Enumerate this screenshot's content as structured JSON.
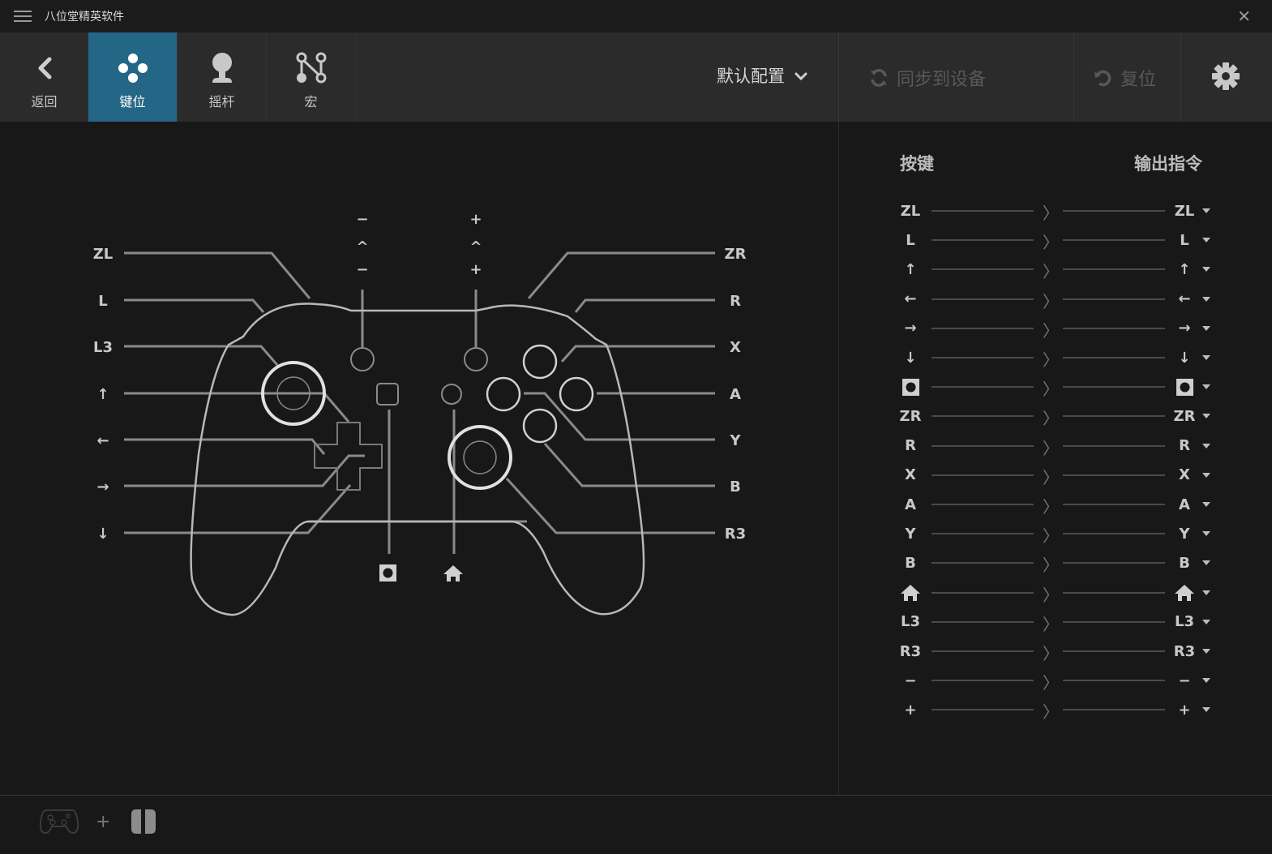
{
  "titlebar": {
    "title": "八位堂精英软件",
    "close": "✕"
  },
  "toolbar": {
    "tabs": [
      {
        "id": "back",
        "label": "返回",
        "icon": "chevron-left-icon"
      },
      {
        "id": "keymap",
        "label": "键位",
        "icon": "buttons-icon",
        "active": true
      },
      {
        "id": "stick",
        "label": "摇杆",
        "icon": "joystick-icon"
      },
      {
        "id": "macro",
        "label": "宏",
        "icon": "macro-icon"
      }
    ],
    "profile": "默认配置",
    "sync_label": "同步到设备",
    "reset_label": "复位",
    "active_color": "#246686"
  },
  "diagram": {
    "left_labels": [
      "ZL",
      "L",
      "L3",
      "↑",
      "←",
      "→",
      "↓"
    ],
    "right_labels": [
      "ZR",
      "R",
      "X",
      "A",
      "Y",
      "B",
      "R3"
    ],
    "top_left": [
      "−",
      "^",
      "−"
    ],
    "top_right": [
      "+",
      "^",
      "+"
    ],
    "bottom": [
      "capture",
      "home"
    ]
  },
  "mapping": {
    "header_key": "按键",
    "header_output": "输出指令",
    "rows": [
      {
        "key": "ZL",
        "out": "ZL"
      },
      {
        "key": "L",
        "out": "L"
      },
      {
        "key": "↑",
        "out": "↑"
      },
      {
        "key": "←",
        "out": "←"
      },
      {
        "key": "→",
        "out": "→"
      },
      {
        "key": "↓",
        "out": "↓"
      },
      {
        "key": "capture",
        "out": "capture"
      },
      {
        "key": "ZR",
        "out": "ZR"
      },
      {
        "key": "R",
        "out": "R"
      },
      {
        "key": "X",
        "out": "X"
      },
      {
        "key": "A",
        "out": "A"
      },
      {
        "key": "Y",
        "out": "Y"
      },
      {
        "key": "B",
        "out": "B"
      },
      {
        "key": "home",
        "out": "home"
      },
      {
        "key": "L3",
        "out": "L3"
      },
      {
        "key": "R3",
        "out": "R3"
      },
      {
        "key": "−",
        "out": "−"
      },
      {
        "key": "+",
        "out": "+"
      }
    ]
  },
  "footer": {
    "plus": "+"
  }
}
